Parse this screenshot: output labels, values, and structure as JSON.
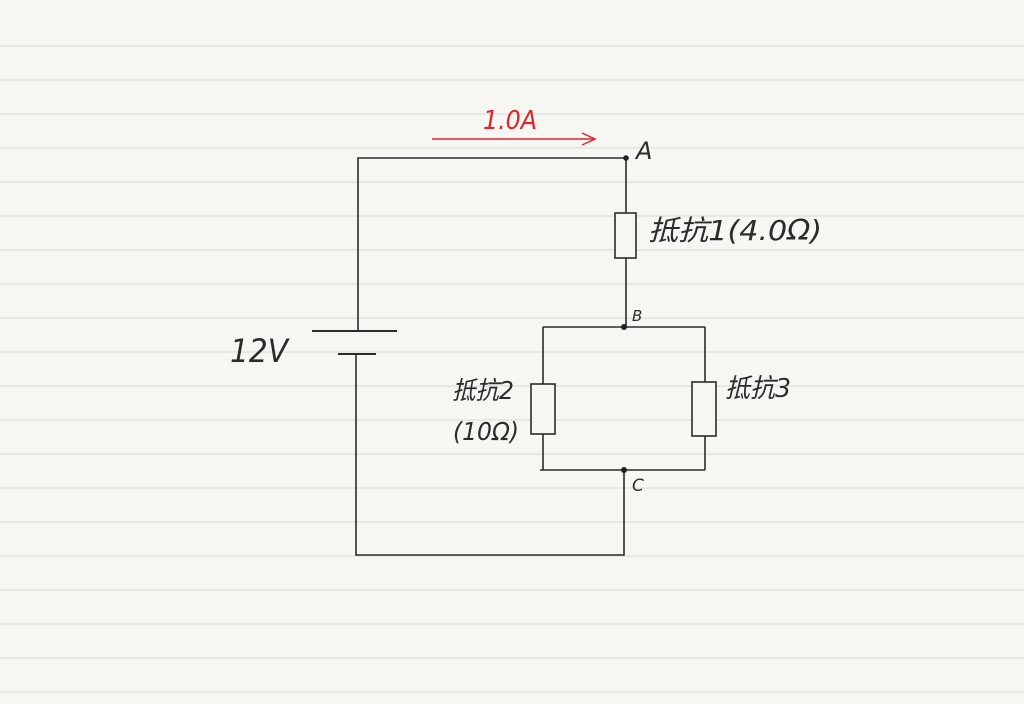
{
  "diagram": {
    "current": {
      "label": "1.0A",
      "color": "#e0242a"
    },
    "battery": {
      "label": "12V"
    },
    "nodes": {
      "a": "A",
      "b": "B",
      "c": "C"
    },
    "resistors": {
      "r1": {
        "label": "抵抗1(4.0Ω)"
      },
      "r2": {
        "label_line1": "抵抗2",
        "label_line2": "(10Ω)"
      },
      "r3": {
        "label": "抵抗3"
      }
    }
  }
}
